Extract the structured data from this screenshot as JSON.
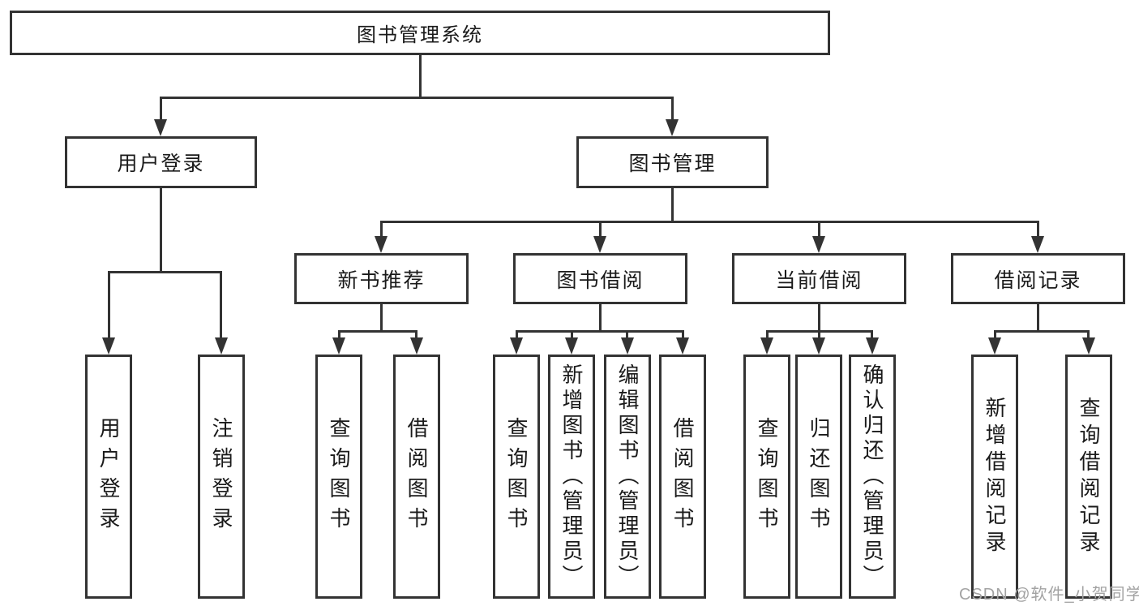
{
  "diagram": {
    "tree": {
      "label": "图书管理系统",
      "children": [
        {
          "label": "用户登录",
          "children": [
            {
              "label": "用户登录"
            },
            {
              "label": "注销登录"
            }
          ]
        },
        {
          "label": "图书管理",
          "children": [
            {
              "label": "新书推荐",
              "children": [
                {
                  "label": "查询图书"
                },
                {
                  "label": "借阅图书"
                }
              ]
            },
            {
              "label": "图书借阅",
              "children": [
                {
                  "label": "查询图书"
                },
                {
                  "label": "新增图书（管理员）"
                },
                {
                  "label": "编辑图书（管理员）"
                },
                {
                  "label": "借阅图书"
                }
              ]
            },
            {
              "label": "当前借阅",
              "children": [
                {
                  "label": "查询图书"
                },
                {
                  "label": "归还图书"
                },
                {
                  "label": "确认归还（管理员）"
                }
              ]
            },
            {
              "label": "借阅记录",
              "children": [
                {
                  "label": "新增借阅记录"
                },
                {
                  "label": "查询借阅记录"
                }
              ]
            }
          ]
        }
      ]
    }
  },
  "watermark": {
    "text": "CSDN @软件_小贺同学"
  },
  "colors": {
    "bg": "#ffffff",
    "fill": "#ffffff",
    "border": "#333333",
    "line": "#333333",
    "text": "#1a1a1a",
    "watermark": "#a3a3a3"
  }
}
